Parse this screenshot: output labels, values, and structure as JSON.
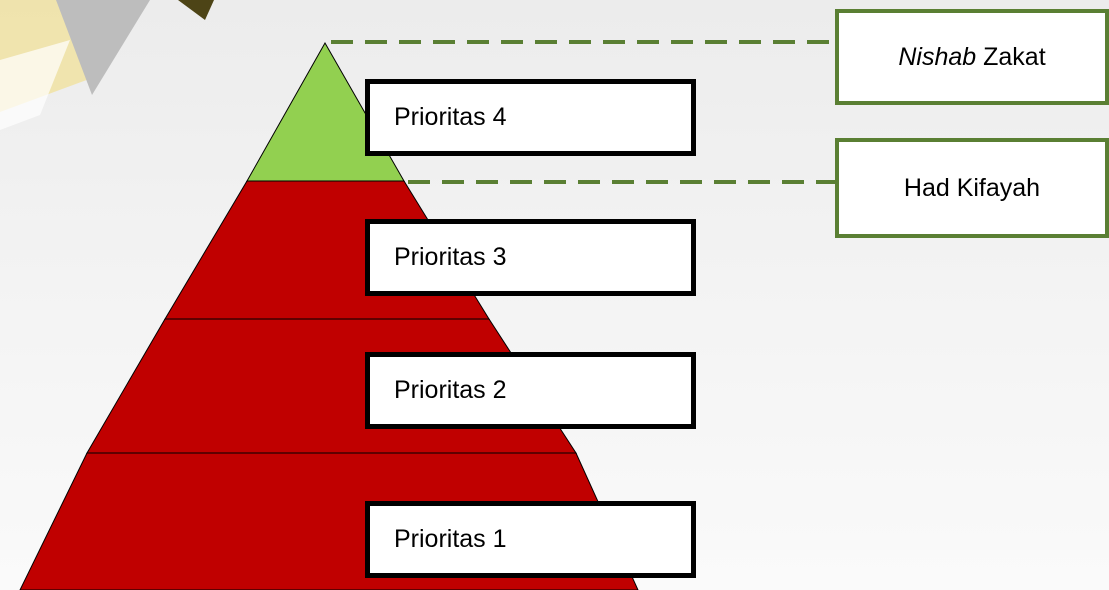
{
  "colors": {
    "tier_red": "#c00000",
    "tier_green": "#92d050",
    "dashed_line": "#5a7f33",
    "box_border_black": "#000000",
    "box_border_green": "#5a7f33",
    "corner_yellow": "#f3dc7a",
    "corner_grey": "#bdbdbd",
    "corner_olive": "#4d4416"
  },
  "pyramid": {
    "tiers": [
      {
        "label": "Prioritas 4",
        "color": "#92d050"
      },
      {
        "label": "Prioritas 3",
        "color": "#c00000"
      },
      {
        "label": "Prioritas 2",
        "color": "#c00000"
      },
      {
        "label": "Prioritas 1",
        "color": "#c00000"
      }
    ]
  },
  "thresholds": {
    "nishab": {
      "italic": "Nishab",
      "rest": " Zakat"
    },
    "had_kifayah": {
      "label": "Had Kifayah"
    }
  }
}
